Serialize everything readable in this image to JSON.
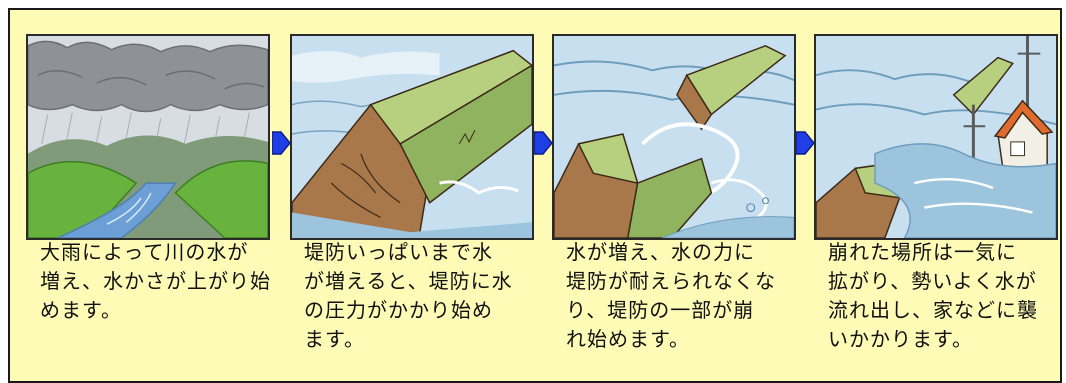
{
  "steps": [
    {
      "caption": "大雨によって川の水が\n増え、水かさが上がり始\nめます。"
    },
    {
      "caption": "堤防いっぱいまで水\nが増えると、堤防に水\nの圧力がかかり始め\nます。"
    },
    {
      "caption": "水が増え、水の力に\n堤防が耐えられなくな\nり、堤防の一部が崩\nれ始めます。"
    },
    {
      "caption": "崩れた場所は一気に\n拡がり、勢いよく水が\n流れ出し、家などに襲\nいかかります。"
    }
  ],
  "colors": {
    "background": "#fdfbb6",
    "arrow": "#1f3ee6",
    "levee_top": "#a9c46e",
    "soil": "#a8774a",
    "water": "#9cc4dd"
  },
  "icons": [
    "arrow-right-icon",
    "arrow-right-icon",
    "arrow-right-icon"
  ]
}
